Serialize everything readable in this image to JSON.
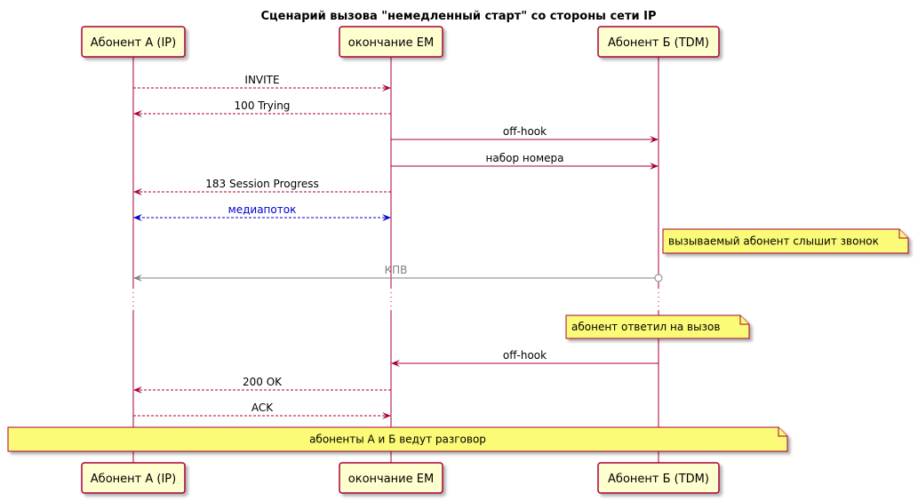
{
  "title": "Сценарий вызова \"немедленный старт\" со стороны сети IP",
  "participants": [
    {
      "id": "a",
      "label": "Абонент А (IP)"
    },
    {
      "id": "em",
      "label": "окончание ЕМ"
    },
    {
      "id": "b",
      "label": "Абонент Б (TDM)"
    }
  ],
  "messages": [
    {
      "from": "a",
      "to": "em",
      "label": "INVITE",
      "style": "dashed",
      "color": "#A80036",
      "text_color": "#000000"
    },
    {
      "from": "em",
      "to": "a",
      "label": "100 Trying",
      "style": "dashed",
      "color": "#A80036",
      "text_color": "#000000"
    },
    {
      "from": "em",
      "to": "b",
      "label": "off-hook",
      "style": "solid",
      "color": "#A80036",
      "text_color": "#000000"
    },
    {
      "from": "em",
      "to": "b",
      "label": "набор номера",
      "style": "solid",
      "color": "#A80036",
      "text_color": "#000000"
    },
    {
      "from": "em",
      "to": "a",
      "label": "183 Session Progress",
      "style": "dashed",
      "color": "#A80036",
      "text_color": "#000000"
    },
    {
      "from": "a",
      "to": "em",
      "label": "медиапоток",
      "style": "dashed",
      "color": "#0000CC",
      "text_color": "#0000CC",
      "bidirectional": true
    },
    {
      "from": "b",
      "to": "a",
      "label": "КПВ",
      "style": "solid",
      "color": "#808080",
      "text_color": "#808080",
      "start_circle": true
    },
    {
      "from": "b",
      "to": "em",
      "label": "off-hook",
      "style": "solid",
      "color": "#A80036",
      "text_color": "#000000"
    },
    {
      "from": "em",
      "to": "a",
      "label": "200 OK",
      "style": "dashed",
      "color": "#A80036",
      "text_color": "#000000"
    },
    {
      "from": "a",
      "to": "em",
      "label": "ACK",
      "style": "dashed",
      "color": "#A80036",
      "text_color": "#000000"
    }
  ],
  "notes": [
    {
      "label": "вызываемый абонент слышит звонок"
    },
    {
      "label": "абонент ответил на вызов"
    },
    {
      "label": "абоненты А и Б ведут разговор"
    }
  ],
  "colors": {
    "participant_fill": "#FEFECE",
    "participant_border": "#A80036",
    "lifeline": "#A80036",
    "note_fill": "#FBFB77",
    "note_border": "#A80036"
  }
}
